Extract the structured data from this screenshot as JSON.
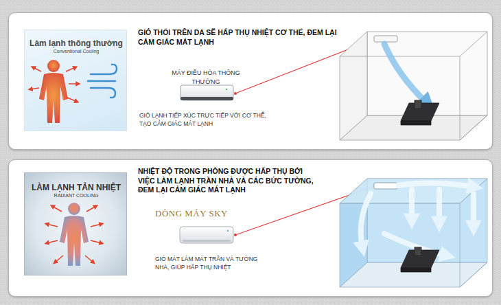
{
  "diagram": {
    "nodes": [
      {
        "text": [
          "GIÓ THỔI TRÊN DA SẼ HẤP THỤ NHIỆT CƠ THỂ, ĐEM LẠI CẢM GIÁC MÁT LẠNH"
        ]
      },
      {
        "text": [
          "Làm lạnh thông thường",
          "Conventional Cooling"
        ],
        "in": 0
      },
      {
        "text": [
          "NHIỆT ĐỘ TRONG PHÒNG ĐƯỢC HẤP THỤ BỞI VIỆC LÀM LẠNH TRẦN NHÀ VÀ CÁC BỨC TƯỜNG, ĐEM LẠI CẢM GIÁC MÁT LẠNH"
        ]
      },
      {
        "text": [
          "LÀM LẠNH TẢN NHIỆT",
          "RADIANT COOLING"
        ],
        "in": 2
      }
    ],
    "labels": [
      "MÁY ĐIỀU HÒA THÔNG THƯỜNG",
      "GIÓ LẠNH TIẾP XÚC TRỰC TIẾP VỚI CƠ THỂ, TẠO CẢM GIÁC MÁT LẠNH",
      "DÒNG MÁY SKY",
      "GIÓ MÁT LÀM MÁT TRẦN VÀ TƯỜNG NHÀ, GIÚP HẤP THỤ NHIỆT"
    ]
  }
}
